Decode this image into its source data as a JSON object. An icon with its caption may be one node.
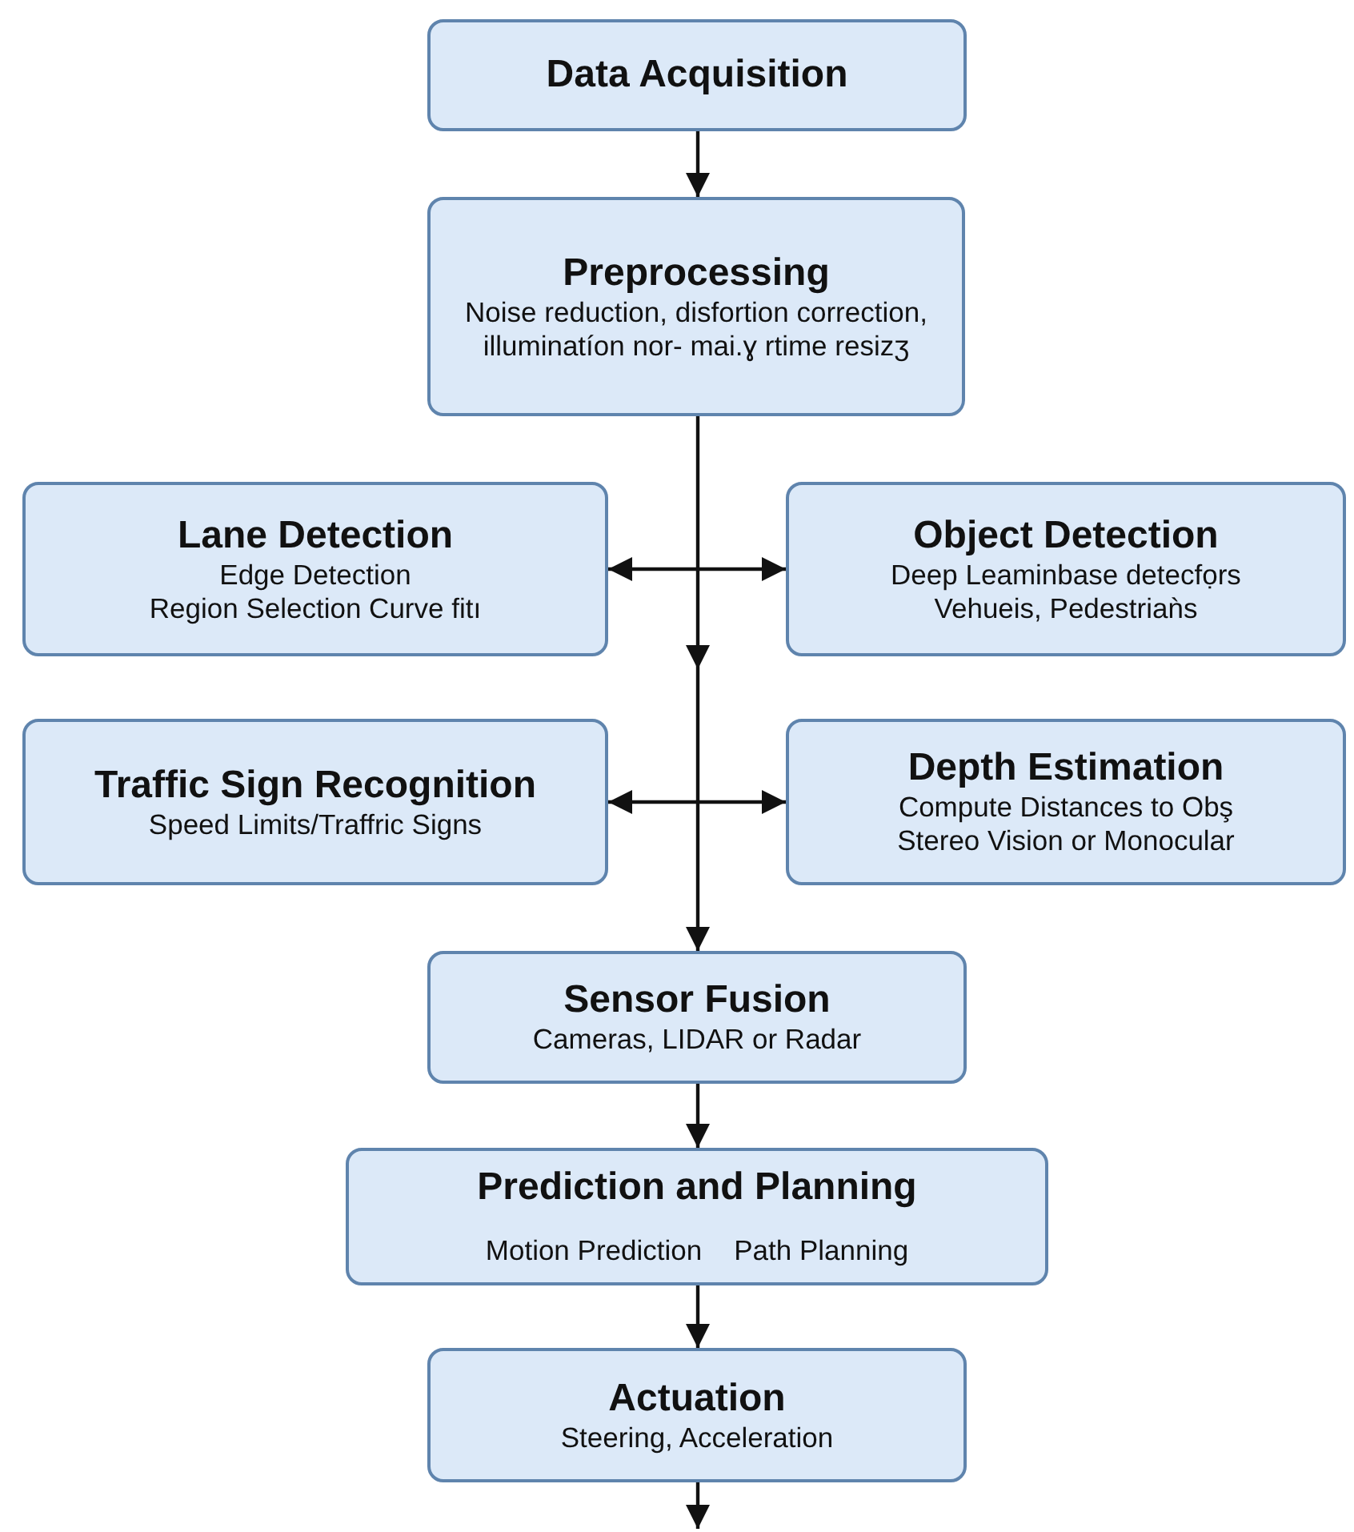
{
  "diagram": {
    "nodes": [
      {
        "text": [
          "Data Acquisition"
        ]
      },
      {
        "text": [
          "Preprocessing",
          "Noise reduction, disfortion correction, illuminatíon nor- mai.ɣ rtime resizʒ"
        ]
      },
      {
        "text": [
          "Lane Detection",
          "Edge Detection",
          "Region Selection  Curve fitı"
        ]
      },
      {
        "text": [
          "Object Detection",
          "Deep Leaminbase detecfọrs",
          "Vehueis, Pedestriaǹs"
        ]
      },
      {
        "text": [
          "Traffic Sign Recognition",
          "Speed Limits/Traffric Signs"
        ]
      },
      {
        "text": [
          "Depth Estimation",
          "Compute Distances to Obş",
          "Stereo Vision or Monocular"
        ]
      },
      {
        "text": [
          "Sensor Fusion",
          "Cameras, LIDAR or Radar"
        ]
      },
      {
        "text": [
          "Prediction and Planning",
          "Motion Prediction",
          "Path Planning"
        ]
      },
      {
        "text": [
          "Actuation",
          "Steering, Acceleration"
        ]
      }
    ],
    "edges": [
      {
        "from": 0,
        "to": 1,
        "arrow": "to"
      },
      {
        "from": 1,
        "to": 6,
        "arrow": "to"
      },
      {
        "from": 2,
        "to": 3,
        "arrow": "both"
      },
      {
        "from": 4,
        "to": 5,
        "arrow": "both"
      },
      {
        "from": 6,
        "to": 7,
        "arrow": "to"
      },
      {
        "from": 7,
        "to": 8,
        "arrow": "to"
      },
      {
        "from": 8,
        "to": null,
        "arrow": "to"
      }
    ]
  }
}
